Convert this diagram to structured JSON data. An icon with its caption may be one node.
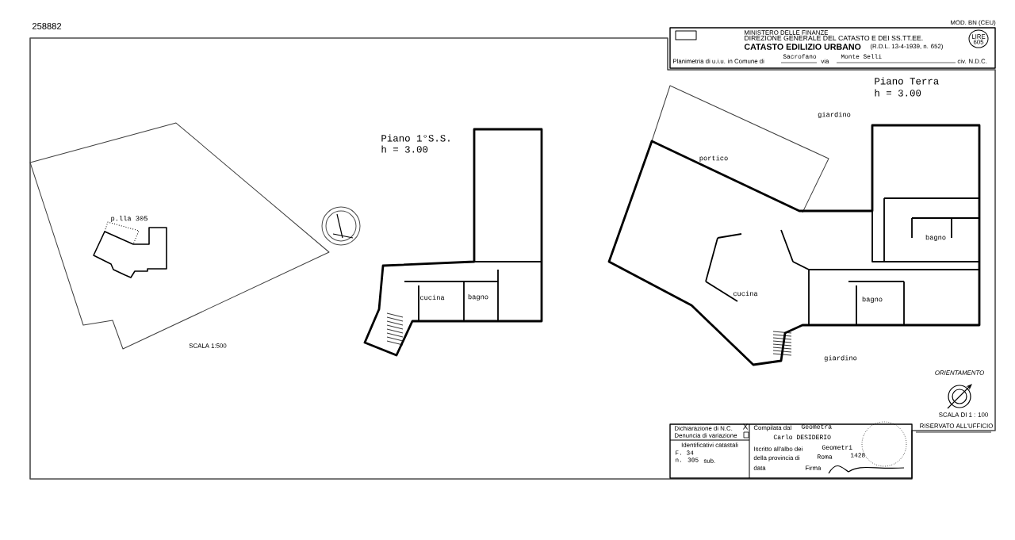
{
  "diagram": {
    "title": "CATASTO EDILIZIO URBANO",
    "labels": [
      "258882",
      "MINISTERO DELLE FINANZE",
      "DIREZIONE GENERALE DEL CATASTO E DEI SS.TT.EE.",
      "(R.D.L. 13-4-1939, n. 652)",
      "MOD. BN (CEU)",
      "LIRE",
      "605",
      "Planimetria di u.i.u. in Comune di",
      "Sacrofano",
      "via",
      "Monte Selli",
      "civ. N.D.C.",
      "Piano Terra",
      "h = 3.00",
      "giardino",
      "portico",
      "bagno",
      "cucina",
      "bagno",
      "giardino",
      "ORIENTAMENTO",
      "SCALA DI 1 : 100",
      "Piano 1°S.S.",
      "h = 3.00",
      "cucina",
      "bagno",
      "p.lla 305",
      "SCALA 1:500",
      "Dichiarazione di N.C.",
      "X",
      "Denuncia di variazione",
      "Identificativi catastali",
      "F. 34",
      "n. 305",
      "sub.",
      "Compilata dal",
      "Geometra",
      "Carlo DESIDERIO",
      "Iscritto all'albo dei",
      "Geometri",
      "della provincia di",
      "Roma",
      "1428",
      "data",
      "Firma",
      "RISERVATO ALL'UFFICIO"
    ]
  }
}
